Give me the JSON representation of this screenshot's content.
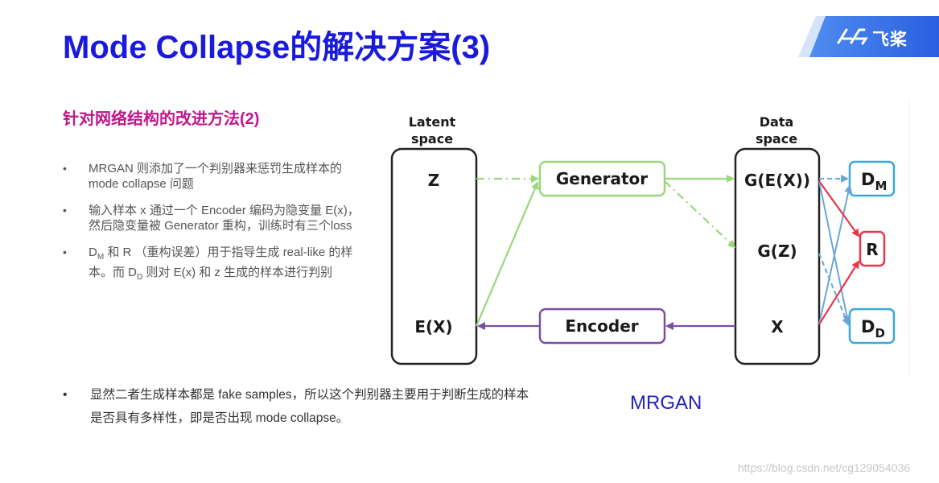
{
  "title": "Mode Collapse的解决方案(3)",
  "logo": {
    "text": "飞桨"
  },
  "subtitle": "针对网络结构的改进方法(2)",
  "bullets": {
    "b1": "MRGAN 则添加了一个判别器来惩罚生成样本的 mode collapse 问题",
    "b2": "输入样本 x 通过一个 Encoder 编码为隐变量 E(x)， 然后隐变量被 Generator 重构，训练时有三个loss",
    "b3_d": "D",
    "b3_m": "M",
    "b3_part1": " 和 R （重构误差）用于指导生成 real-like 的样本。而 D",
    "b3_d2": "D",
    "b3_part2": " 则对 E(x) 和 z 生成的样本进行判别"
  },
  "bottom_bullet": "显然二者生成样本都是 fake samples，所以这个判别器主要用于判断生成的样本是否具有多样性，即是否出现 mode collapse。",
  "diagram": {
    "latent_label": [
      "Latent",
      "space"
    ],
    "data_label": [
      "Data",
      "space"
    ],
    "z": "Z",
    "ex": "E(X)",
    "generator": "Generator",
    "encoder": "Encoder",
    "gex": "G(E(X))",
    "gz": "G(Z)",
    "x": "X",
    "dm_d": "D",
    "dm_sub": "M",
    "r": "R",
    "dd_d": "D",
    "dd_sub": "D"
  },
  "caption": "MRGAN",
  "watermark": "https://blog.csdn.net/cg129054036",
  "colors": {
    "title": "#1a1adc",
    "subtitle": "#c0168c",
    "green": "#9ad77a",
    "purple": "#7b4ea3",
    "cyan": "#3aa9d6",
    "red": "#e8364a",
    "blue_arrow": "#6aa6d8"
  }
}
